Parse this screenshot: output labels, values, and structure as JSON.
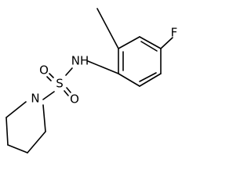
{
  "molecule": {
    "atoms": {
      "fluorine": "F",
      "amine": "NH",
      "sulfur": "S",
      "oxygen_1": "O",
      "oxygen_2": "O",
      "ring_nitrogen": "N"
    }
  },
  "colors": {
    "bond": "#000000",
    "label": "#000000",
    "background": "#ffffff"
  }
}
